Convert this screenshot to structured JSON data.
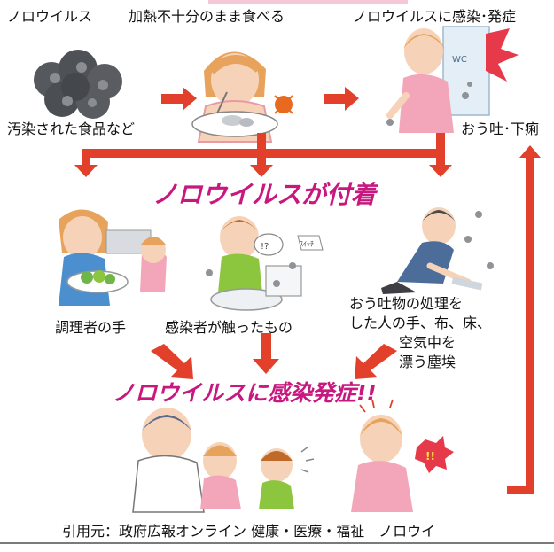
{
  "labels": {
    "top_virus": "ノロウイルス",
    "top_eating": "加熱不十分のまま食べる",
    "top_infection": "ノロウイルスに感染･発症",
    "contaminated_food": "汚染された食品など",
    "vomit_diarrhea": "おう吐･下痢",
    "cook_hands": "調理者の手",
    "touched_items": "感染者が触ったもの",
    "vomit_handling": [
      "おう吐物の処理を",
      "した人の手、布、床、",
      "空気中を",
      "漂う塵埃"
    ]
  },
  "headlines": {
    "attached": "ノロウイルスが付着",
    "infected": "ノロウイルスに感染発症!!"
  },
  "icon_texts": {
    "wc_sign": "WC",
    "question_bubble": "!?",
    "switch_sign": "ｽｲｯﾁ",
    "alarm": "!!"
  },
  "caption": {
    "source": "引用元：政府広報オンライン 健康・医療・福祉　ノロウイ"
  },
  "colors": {
    "arrow": "#e2402a",
    "headline": "#c8177e",
    "virus": "#5d5f64",
    "skin": "#f6d3b8",
    "hair": "#e7a35b",
    "shirt_green": "#8cc63f",
    "shirt_blue": "#4c8fcf",
    "shirt_pink": "#f3a6b9"
  }
}
